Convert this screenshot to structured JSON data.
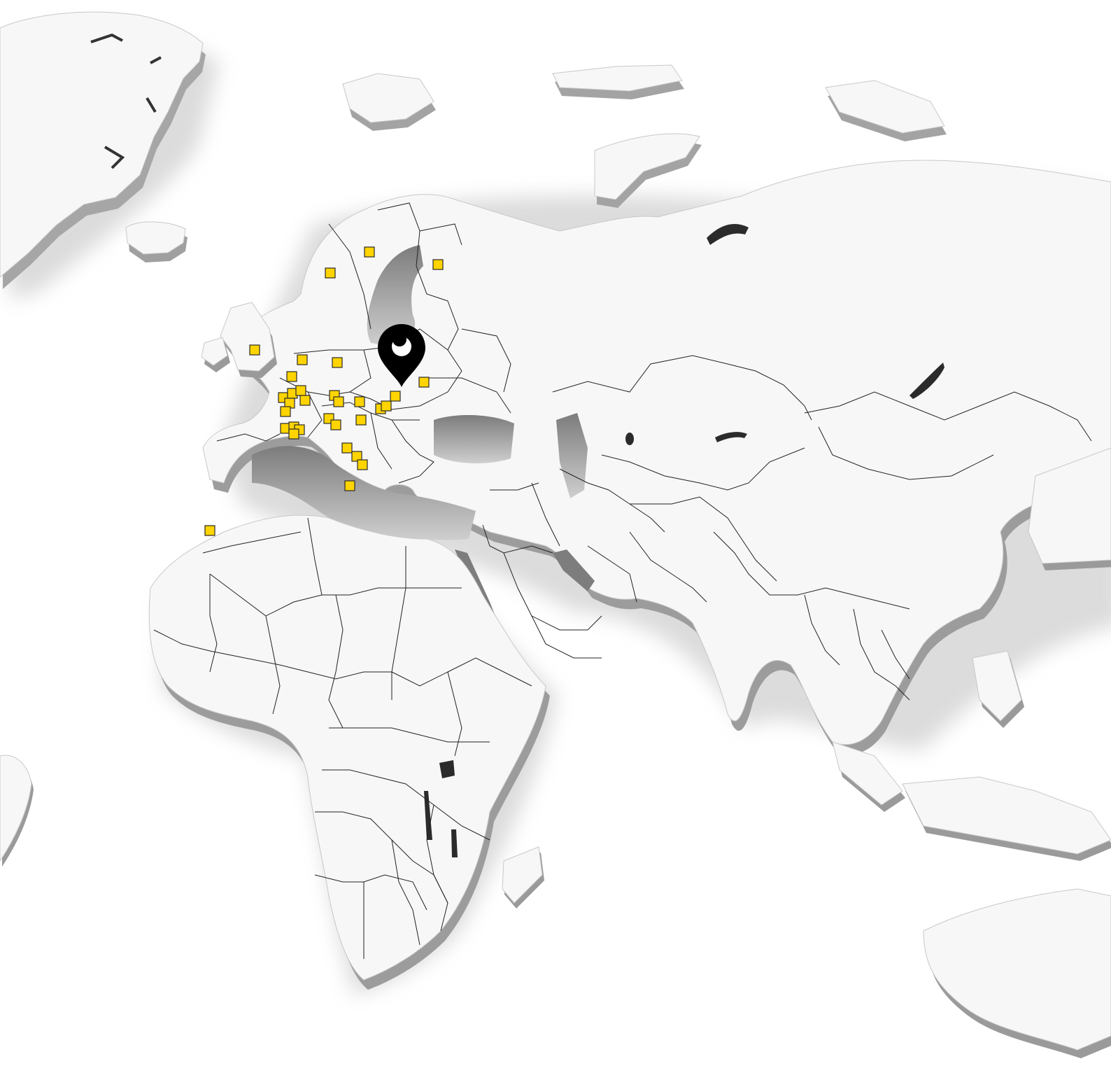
{
  "map": {
    "style": "3d-extruded-world-map",
    "colors": {
      "background": "#ffffff",
      "land": "#f7f7f7",
      "land_edge": "#c8c8c8",
      "extrusion": "#9a9a9a",
      "sea_shadow": "#8e8e8e",
      "border": "#222222",
      "lake": "#2b2b2b",
      "marker_fill": "#ffd400",
      "marker_stroke": "#2a2a2a",
      "pin": "#000000"
    },
    "pin": {
      "icon": "map-pin-icon",
      "region": "eastern-europe"
    },
    "markers": [
      {
        "id": "m1"
      },
      {
        "id": "m2"
      },
      {
        "id": "m3"
      },
      {
        "id": "m4"
      },
      {
        "id": "m5"
      },
      {
        "id": "m6"
      },
      {
        "id": "m7"
      },
      {
        "id": "m8"
      },
      {
        "id": "m9"
      },
      {
        "id": "m10"
      },
      {
        "id": "m11"
      },
      {
        "id": "m12"
      },
      {
        "id": "m13"
      },
      {
        "id": "m14"
      },
      {
        "id": "m15"
      },
      {
        "id": "m16"
      },
      {
        "id": "m17"
      },
      {
        "id": "m18"
      },
      {
        "id": "m19"
      },
      {
        "id": "m20"
      },
      {
        "id": "m21"
      },
      {
        "id": "m22"
      },
      {
        "id": "m23"
      },
      {
        "id": "m24"
      },
      {
        "id": "m25"
      },
      {
        "id": "m26"
      },
      {
        "id": "m27"
      },
      {
        "id": "m28"
      },
      {
        "id": "m29"
      },
      {
        "id": "m30"
      },
      {
        "id": "m31"
      },
      {
        "id": "m32"
      }
    ]
  }
}
